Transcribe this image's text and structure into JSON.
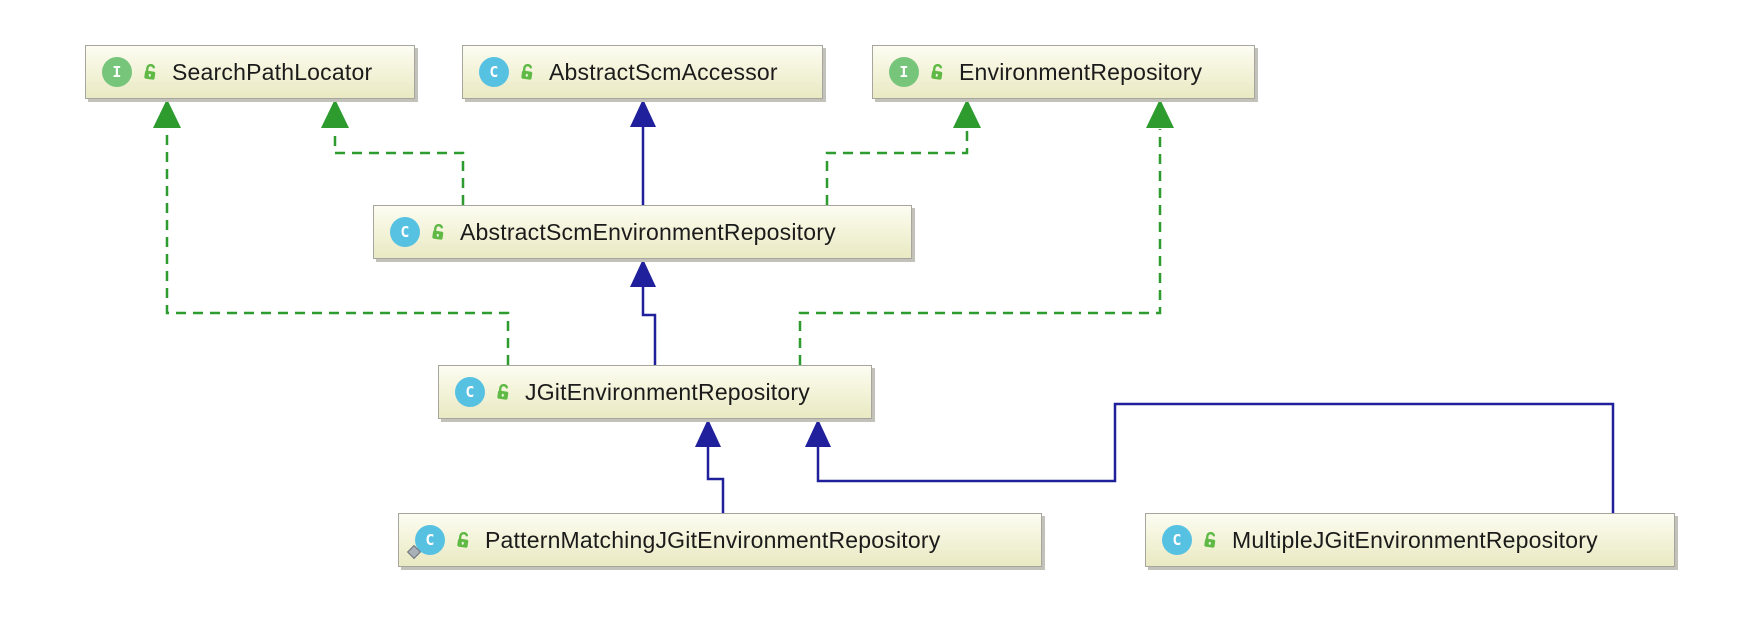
{
  "diagram": {
    "tool": "uml-class-diagram",
    "nodes": [
      {
        "id": "SearchPathLocator",
        "label": "SearchPathLocator",
        "kind": "interface",
        "icon_letter": "I",
        "visibility": "public"
      },
      {
        "id": "AbstractScmAccessor",
        "label": "AbstractScmAccessor",
        "kind": "class",
        "icon_letter": "C",
        "visibility": "public"
      },
      {
        "id": "EnvironmentRepository",
        "label": "EnvironmentRepository",
        "kind": "interface",
        "icon_letter": "I",
        "visibility": "public"
      },
      {
        "id": "AbstractScmEnvironmentRepository",
        "label": "AbstractScmEnvironmentRepository",
        "kind": "class",
        "icon_letter": "C",
        "visibility": "public"
      },
      {
        "id": "JGitEnvironmentRepository",
        "label": "JGitEnvironmentRepository",
        "kind": "class",
        "icon_letter": "C",
        "visibility": "public"
      },
      {
        "id": "PatternMatchingJGitEnvironmentRepository",
        "label": "PatternMatchingJGitEnvironmentRepository",
        "kind": "class",
        "icon_letter": "C",
        "visibility": "public",
        "badge": "diamond"
      },
      {
        "id": "MultipleJGitEnvironmentRepository",
        "label": "MultipleJGitEnvironmentRepository",
        "kind": "class",
        "icon_letter": "C",
        "visibility": "public"
      }
    ],
    "edges": [
      {
        "from": "AbstractScmEnvironmentRepository",
        "to": "AbstractScmAccessor",
        "relation": "extends",
        "style": "solid"
      },
      {
        "from": "AbstractScmEnvironmentRepository",
        "to": "SearchPathLocator",
        "relation": "implements",
        "style": "dashed"
      },
      {
        "from": "AbstractScmEnvironmentRepository",
        "to": "EnvironmentRepository",
        "relation": "implements",
        "style": "dashed"
      },
      {
        "from": "JGitEnvironmentRepository",
        "to": "AbstractScmEnvironmentRepository",
        "relation": "extends",
        "style": "solid"
      },
      {
        "from": "JGitEnvironmentRepository",
        "to": "SearchPathLocator",
        "relation": "implements",
        "style": "dashed"
      },
      {
        "from": "JGitEnvironmentRepository",
        "to": "EnvironmentRepository",
        "relation": "implements",
        "style": "dashed"
      },
      {
        "from": "PatternMatchingJGitEnvironmentRepository",
        "to": "JGitEnvironmentRepository",
        "relation": "extends",
        "style": "solid"
      },
      {
        "from": "MultipleJGitEnvironmentRepository",
        "to": "JGitEnvironmentRepository",
        "relation": "extends",
        "style": "solid"
      }
    ],
    "colors": {
      "extends_arrow": "#20209d",
      "implements_arrow": "#2e9b2e",
      "interface_icon": "#77c57b",
      "class_icon": "#57c1e2",
      "lock_icon": "#5fb944",
      "node_fill_top": "#fcfcf3",
      "node_fill_bottom": "#e9e9c3",
      "node_border": "#a6a69e"
    }
  }
}
